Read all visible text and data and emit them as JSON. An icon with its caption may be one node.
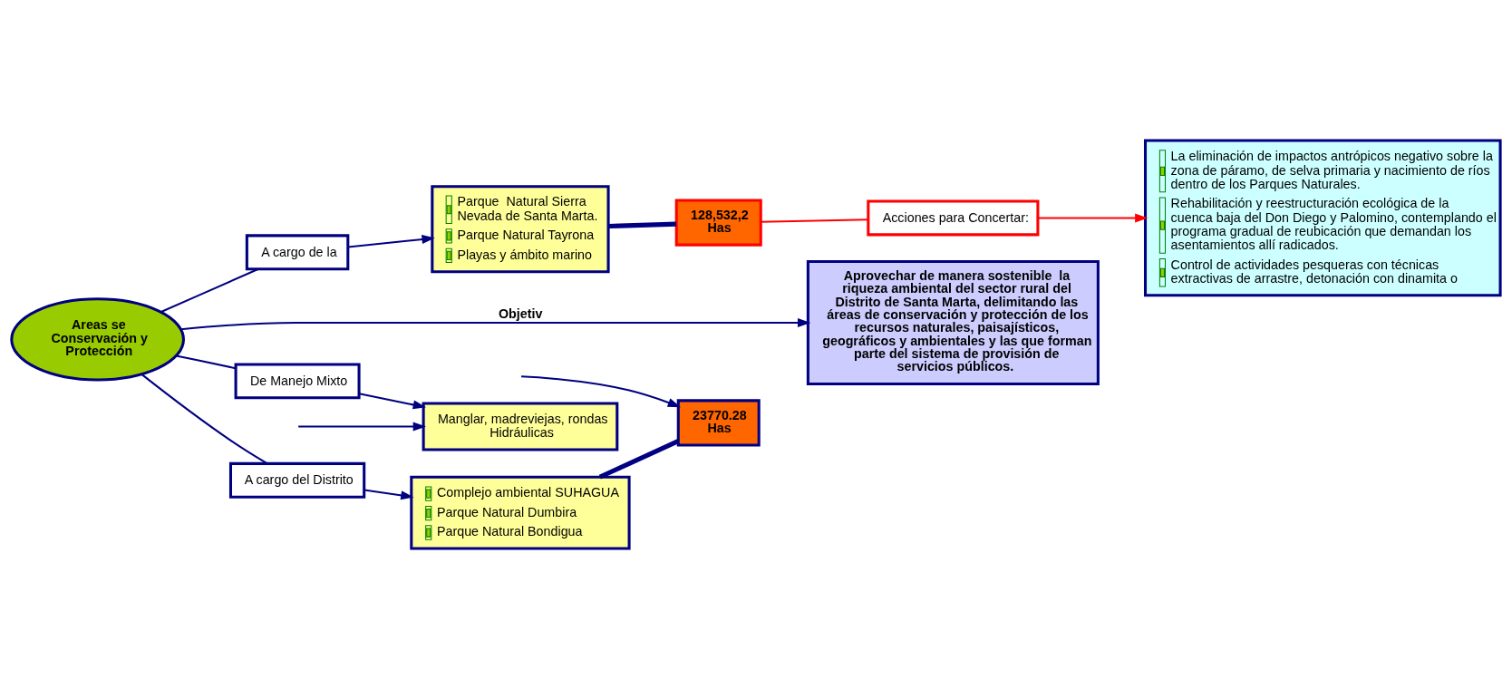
{
  "diagram": {
    "nodes": [
      {
        "text": [
          "Areas se Conservación y Protección"
        ]
      },
      {
        "text": [
          "A cargo de la"
        ]
      },
      {
        "text": [
          "A cargo del Distrito"
        ]
      },
      {
        "text": [
          "De Manejo Mixto"
        ]
      },
      {
        "text": [
          "Parque  Natural Sierra Nevada de Santa Marta.",
          "Parque Natural Tayrona",
          "Playas y ámbito marino"
        ]
      },
      {
        "text": [
          "Complejo ambiental SUHAGUA",
          "Parque Natural Dumbira",
          "Parque Natural Bondigua"
        ]
      },
      {
        "text": [
          "Manglar, madreviejas, rondas Hidráulicas"
        ]
      },
      {
        "text": [
          "128,532,2 Has"
        ]
      },
      {
        "text": [
          "23770.28 Has"
        ]
      },
      {
        "text": [
          "Aprovechar de manera sostenible  la riqueza ambiental del sector rural del Distrito de Santa Marta, delimitando las áreas de conservación y protección de los recursos naturales, paisajísticos, geográficos y ambientales y las que forman parte del sistema de provisión de servicios públicos."
        ]
      },
      {
        "text": [
          "Acciones para Concertar:"
        ]
      },
      {
        "text": [
          "La eliminación de impactos antrópicos negativo sobre la zona de páramo, de selva primaria y nacimiento de ríos dentro de los Parques Naturales.",
          "Rehabilitación y reestructuración ecológica de la cuenca baja del Don Diego y Palomino, contemplando el programa gradual de reubicación que demandan los asentamientos allí radicados.",
          "Control de actividades pesqueras con técnicas extractivas de arrastre, detonación con dinamita o"
        ]
      }
    ],
    "edges": [
      {
        "from": 0,
        "to": 9,
        "arrow": "to",
        "label": "Objetiv"
      },
      {
        "from": 0,
        "to": 1,
        "arrow": "none"
      },
      {
        "from": 0,
        "to": 2,
        "arrow": "none"
      },
      {
        "from": 0,
        "to": 3,
        "arrow": "none"
      },
      {
        "from": 1,
        "to": 4,
        "arrow": "to"
      },
      {
        "from": 2,
        "to": 5,
        "arrow": "to"
      },
      {
        "from": 3,
        "to": 6,
        "arrow": "to"
      },
      {
        "from": 4,
        "to": 7,
        "arrow": "none",
        "style": "thick"
      },
      {
        "from": 5,
        "to": 8,
        "arrow": "none",
        "style": "thick"
      },
      {
        "from": null,
        "to": 8,
        "arrow": "to"
      },
      {
        "from": null,
        "to": 6,
        "arrow": "to"
      },
      {
        "from": 7,
        "to": 10,
        "arrow": "none",
        "color": "#ff0000"
      },
      {
        "from": 10,
        "to": 11,
        "arrow": "to",
        "color": "#ff0000"
      }
    ]
  }
}
